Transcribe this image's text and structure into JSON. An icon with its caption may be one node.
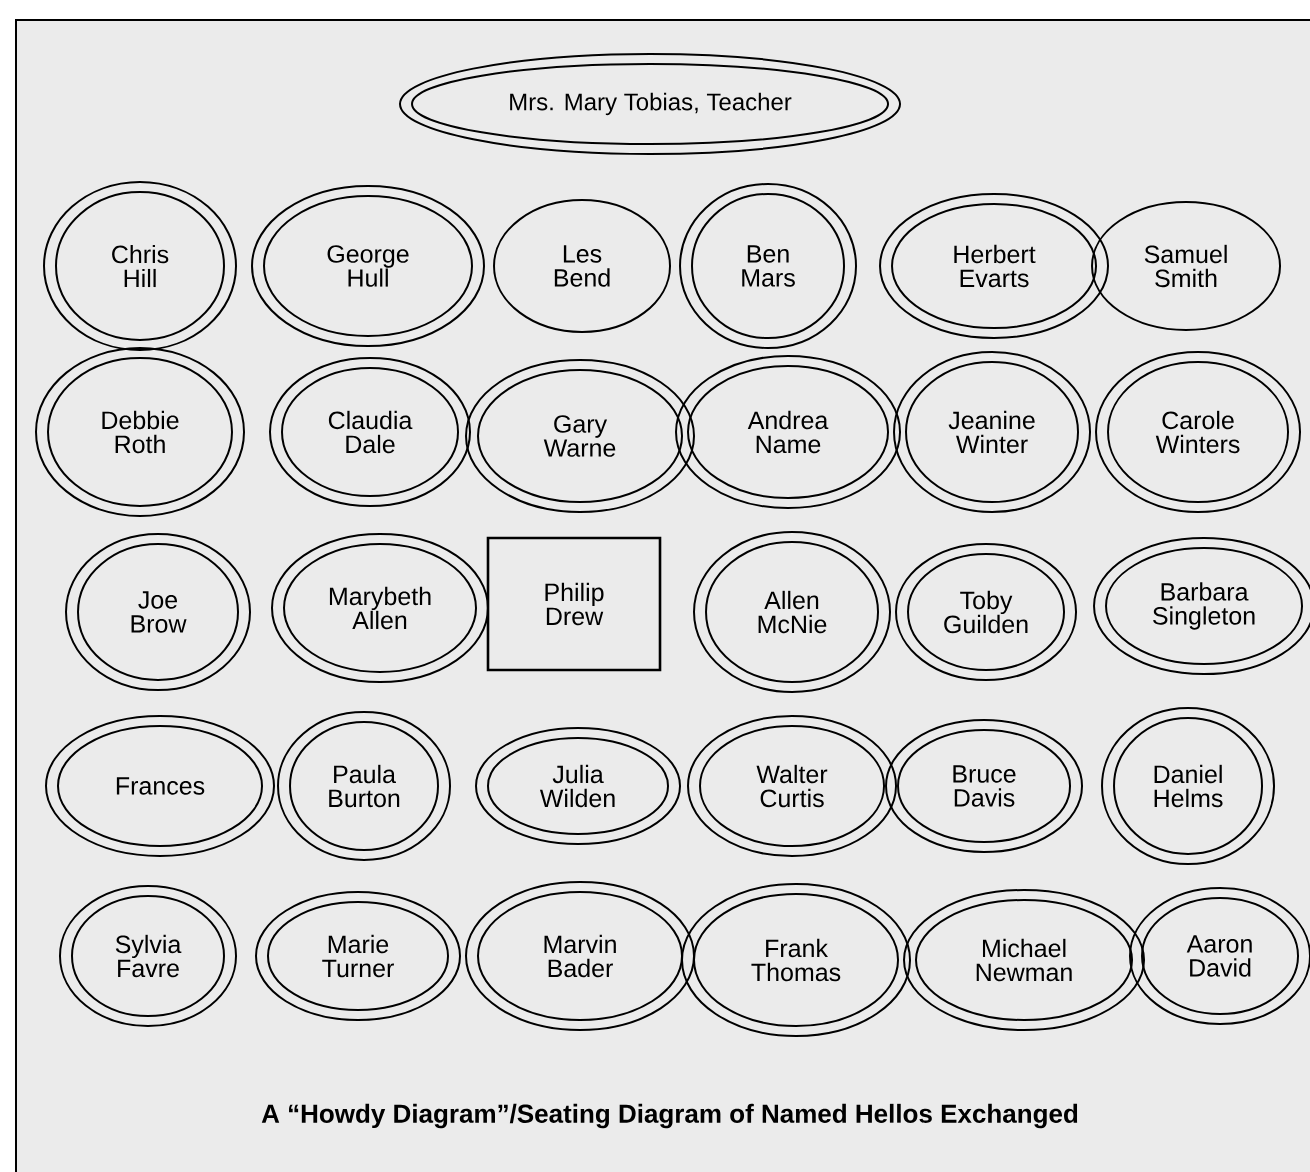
{
  "diagram": {
    "caption": "A “Howdy Diagram”/Seating Diagram of Named Hellos Exchanged",
    "nodes": [
      {
        "text": [
          "Mrs. Mary Tobias, Teacher"
        ]
      },
      {
        "text": [
          "Chris Hill"
        ]
      },
      {
        "text": [
          "George Hull"
        ]
      },
      {
        "text": [
          "Les Bend"
        ]
      },
      {
        "text": [
          "Ben Mars"
        ]
      },
      {
        "text": [
          "Herbert Evarts"
        ]
      },
      {
        "text": [
          "Samuel Smith"
        ]
      },
      {
        "text": [
          "Debbie Roth"
        ]
      },
      {
        "text": [
          "Claudia Dale"
        ]
      },
      {
        "text": [
          "Gary Warne"
        ]
      },
      {
        "text": [
          "Andrea Name"
        ]
      },
      {
        "text": [
          "Jeanine Winter"
        ]
      },
      {
        "text": [
          "Carole Winters"
        ]
      },
      {
        "text": [
          "Joe Brow"
        ]
      },
      {
        "text": [
          "Marybeth Allen"
        ]
      },
      {
        "text": [
          "Philip Drew"
        ]
      },
      {
        "text": [
          "Allen McNie"
        ]
      },
      {
        "text": [
          "Toby Guilden"
        ]
      },
      {
        "text": [
          "Barbara Singleton"
        ]
      },
      {
        "text": [
          "Frances"
        ]
      },
      {
        "text": [
          "Paula Burton"
        ]
      },
      {
        "text": [
          "Julia Wilden"
        ]
      },
      {
        "text": [
          "Walter Curtis"
        ]
      },
      {
        "text": [
          "Bruce Davis"
        ]
      },
      {
        "text": [
          "Daniel Helms"
        ]
      },
      {
        "text": [
          "Sylvia Favre"
        ]
      },
      {
        "text": [
          "Marie Turner"
        ]
      },
      {
        "text": [
          "Marvin Bader"
        ]
      },
      {
        "text": [
          "Frank Thomas"
        ]
      },
      {
        "text": [
          "Michael Newman"
        ]
      },
      {
        "text": [
          "Aaron David"
        ]
      }
    ]
  }
}
